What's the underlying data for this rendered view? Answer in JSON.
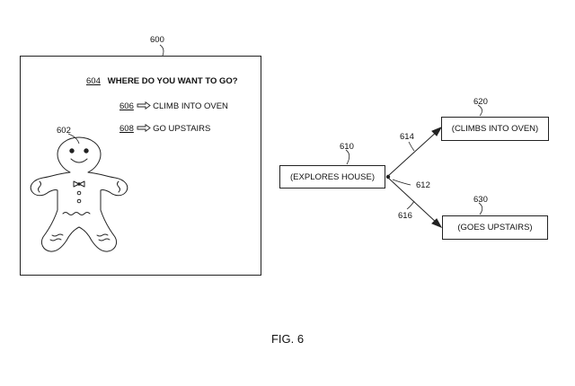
{
  "figure": {
    "caption": "FIG. 6",
    "screen_ref": "600",
    "character_ref": "602",
    "prompt": {
      "ref": "604",
      "text": "WHERE DO YOU WANT TO GO?"
    },
    "options": [
      {
        "ref": "606",
        "text": "CLIMB INTO OVEN"
      },
      {
        "ref": "608",
        "text": "GO UPSTAIRS"
      }
    ],
    "graph": {
      "root": {
        "ref": "610",
        "label": "(EXPLORES HOUSE)"
      },
      "branch_ref": "612",
      "edges": [
        {
          "ref": "614"
        },
        {
          "ref": "616"
        }
      ],
      "leaves": [
        {
          "ref": "620",
          "label": "(CLIMBS INTO OVEN)"
        },
        {
          "ref": "630",
          "label": "(GOES UPSTAIRS)"
        }
      ]
    }
  }
}
